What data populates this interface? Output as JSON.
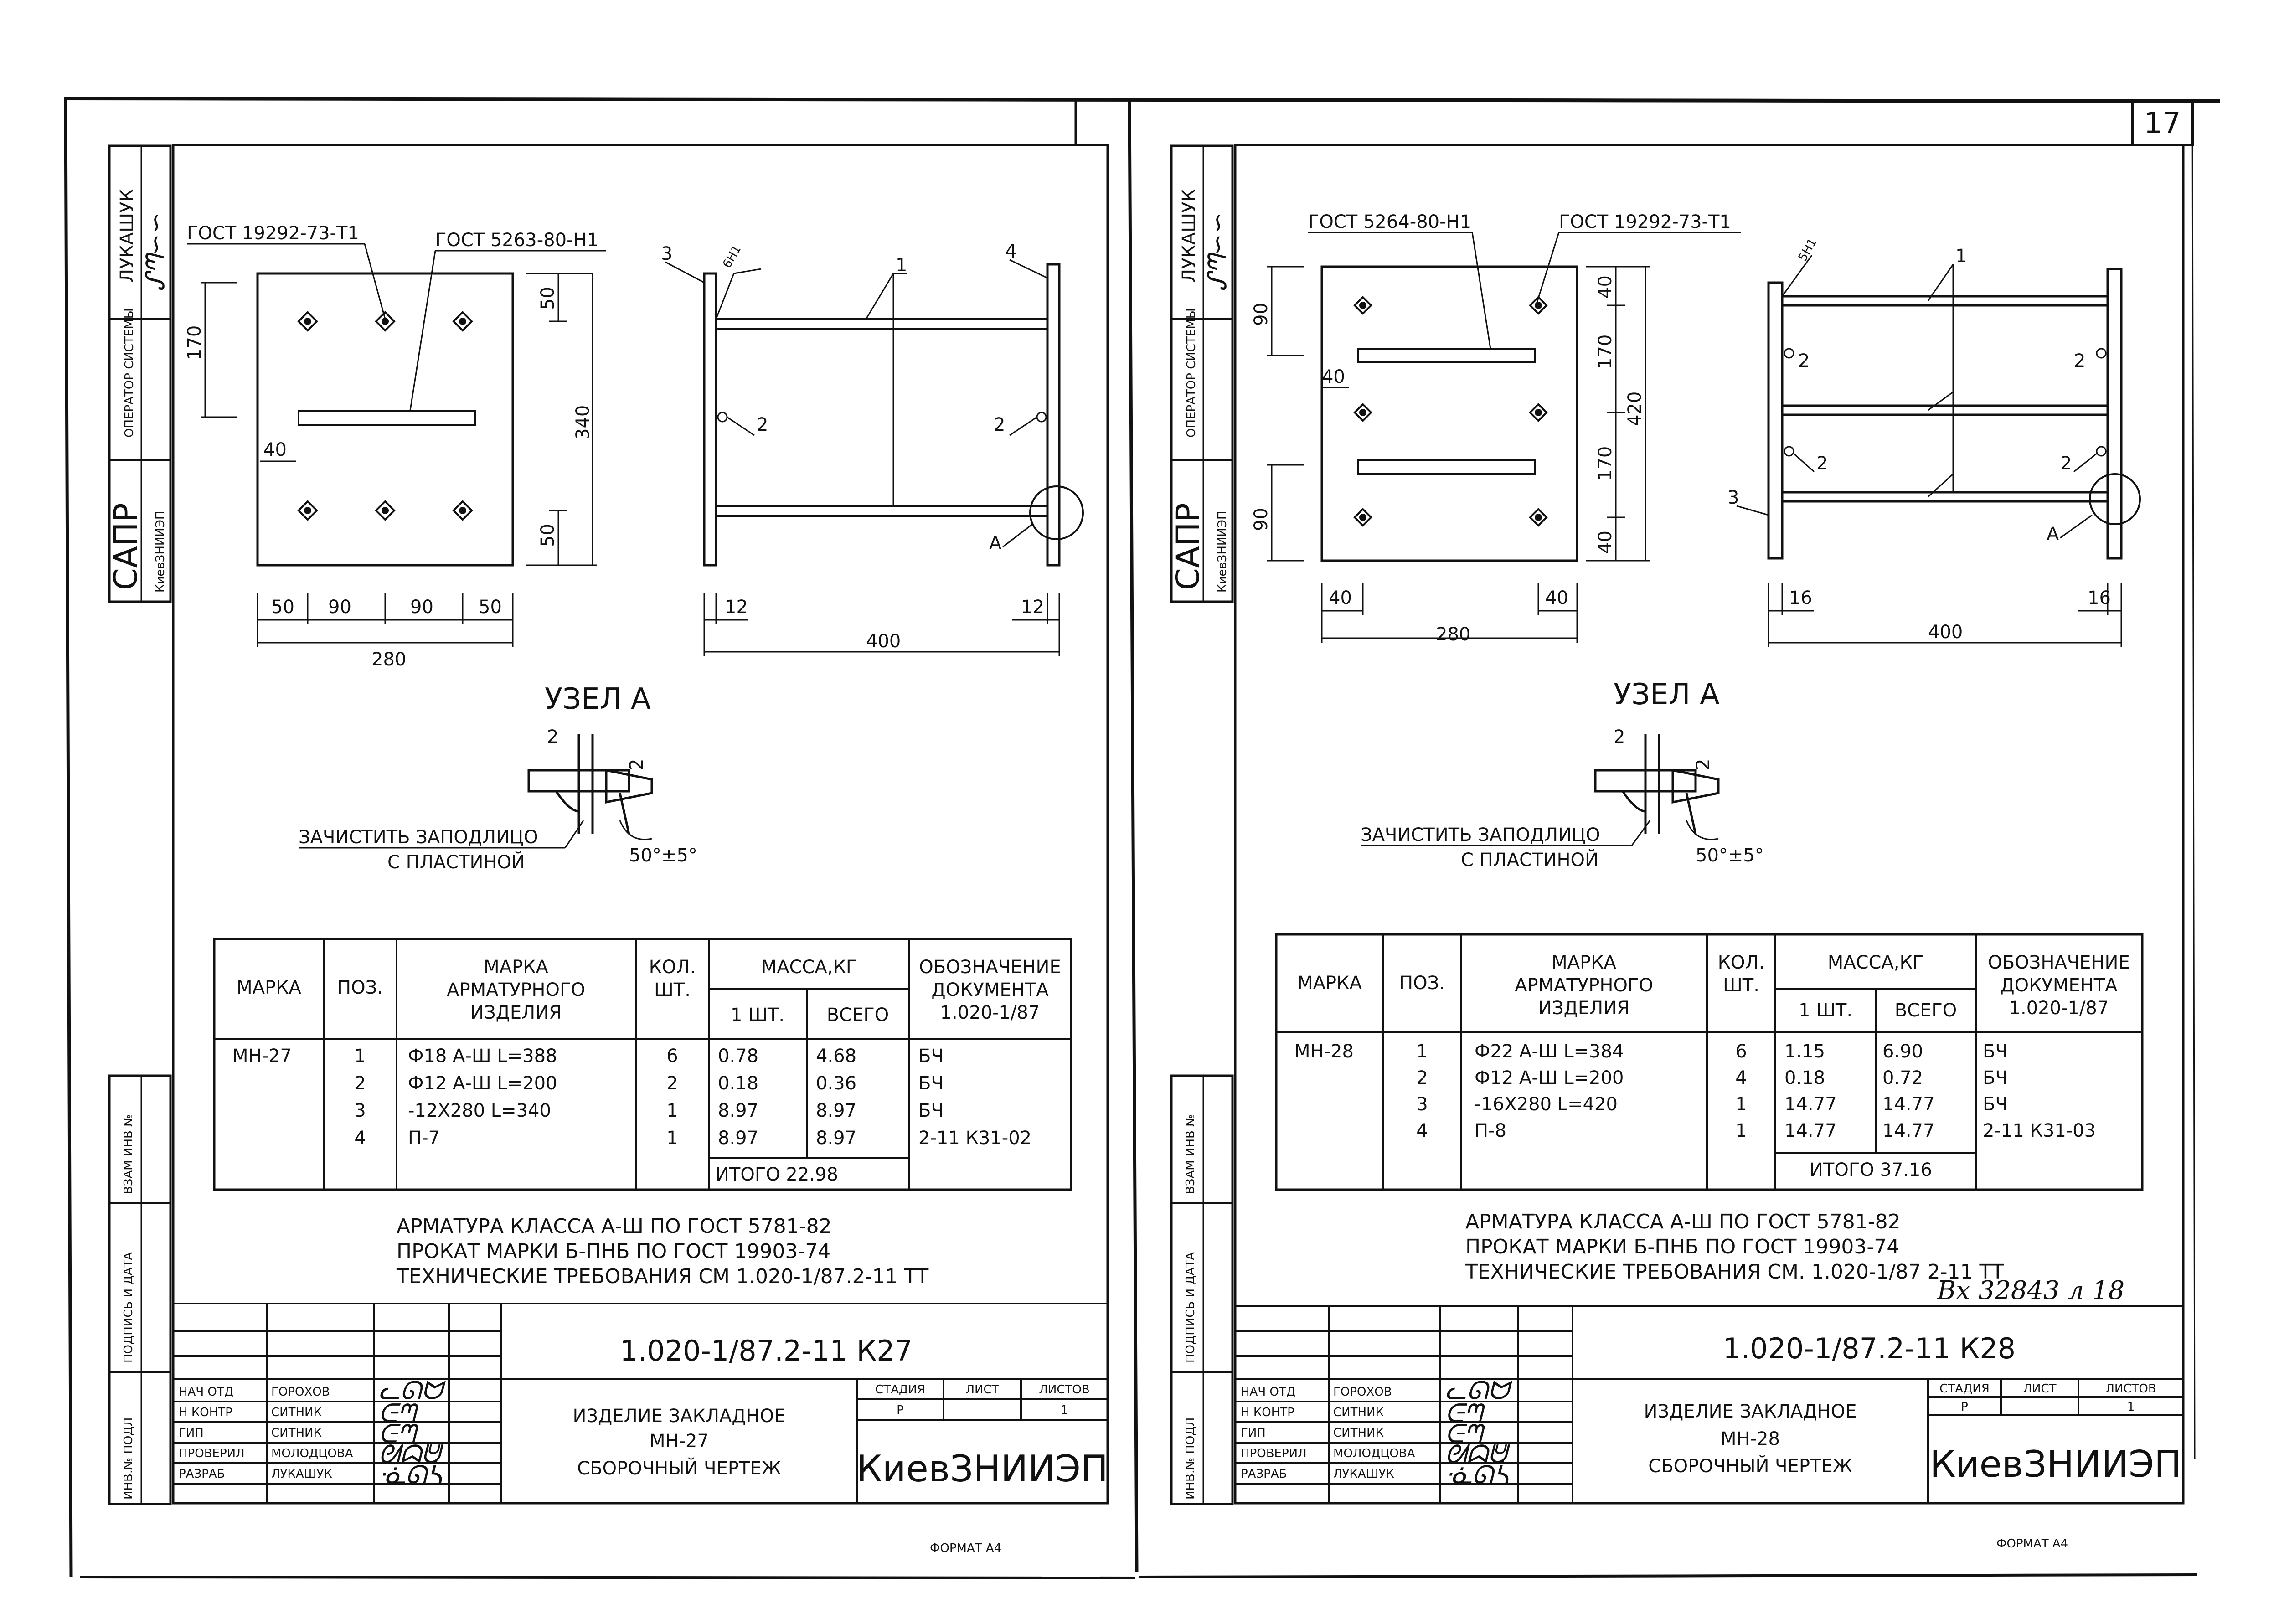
{
  "page_number": "17",
  "sheets": [
    {
      "side_stamps": {
        "developer": "ЛУКАШУК",
        "operator": "ОПЕРАТОР СИСТЕМЫ",
        "system": "САПР",
        "org": "КиевЗНИИЭП"
      },
      "left_column": [
        "ВЗАМ ИНВ №",
        "ПОДПИСЬ И ДАТА",
        "ИНВ.№ ПОДЛ"
      ],
      "plate": {
        "gost_left": "ГОСТ 19292-73-Т1",
        "gost_right": "ГОСТ 5263-80-Н1",
        "dims": {
          "height_half": "170",
          "top": "50",
          "total": "340",
          "bottom": "50",
          "offset": "40",
          "b1": "50",
          "b2": "90",
          "b3": "90",
          "b4": "50",
          "width": "280"
        }
      },
      "side_view": {
        "pos_left": "3",
        "weld": "6Н1",
        "pos_bar": "1",
        "pos_right": "4",
        "pos_mid_l": "2",
        "pos_mid_r": "2",
        "node": "А",
        "edge_l": "12",
        "edge_r": "12",
        "length": "400"
      },
      "node": {
        "title": "УЗЕЛ А",
        "d1": "2",
        "d2": "2",
        "note1": "ЗАЧИСТИТЬ ЗАПОДЛИЦО",
        "note2": "С ПЛАСТИНОЙ",
        "angle": "50°±5°"
      },
      "table": {
        "h_marka": "МАРКА",
        "h_poz": "ПОЗ.",
        "h_arm": "МАРКА АРМАТУРНОГО ИЗДЕЛИЯ",
        "h_kol": "КОЛ. ШТ.",
        "h_mass": "МАССА,КГ",
        "h_mass1": "1 ШТ.",
        "h_mass_all": "ВСЕГО",
        "h_doc": "ОБОЗНАЧЕНИЕ ДОКУМЕНТА",
        "h_doc_num": "1.020-1/87",
        "marka": "МН-27",
        "rows": [
          {
            "poz": "1",
            "arm": "Ф18  А-Ш  L=388",
            "kol": "6",
            "m1": "0.78",
            "mall": "4.68",
            "doc": "БЧ"
          },
          {
            "poz": "2",
            "arm": "Ф12  А-Ш  L=200",
            "kol": "2",
            "m1": "0.18",
            "mall": "0.36",
            "doc": "БЧ"
          },
          {
            "poz": "3",
            "arm": "-12Х280  L=340",
            "kol": "1",
            "m1": "8.97",
            "mall": "8.97",
            "doc": "БЧ"
          },
          {
            "poz": "4",
            "arm": "П-7",
            "kol": "1",
            "m1": "8.97",
            "mall": "8.97",
            "doc": "2-11  К31-02"
          }
        ],
        "total": "ИТОГО 22.98"
      },
      "notes": [
        "АРМАТУРА КЛАССА А-Ш ПО ГОСТ 5781-82",
        "ПРОКАТ МАРКИ Б-ПНБ    ПО ГОСТ 19903-74",
        "ТЕХНИЧЕСКИЕ ТРЕБОВАНИЯ СМ  1.020-1/87.2-11 ТТ"
      ],
      "handwritten_reg": "",
      "title_block": {
        "code": "1.020-1/87.2-11  К27",
        "roles": [
          "НАЧ ОТД",
          "Н КОНТР",
          "ГИП",
          "ПРОВЕРИЛ",
          "РАЗРАБ"
        ],
        "names": [
          "ГОРОХОВ",
          "СИТНИК",
          "СИТНИК",
          "МОЛОДЦОВА",
          "ЛУКАШУК"
        ],
        "title1": "ИЗДЕЛИЕ ЗАКЛАДНОЕ",
        "title2": "МН-27",
        "title3": "СБОРОЧНЫЙ ЧЕРТЕЖ",
        "h_stage": "СТАДИЯ",
        "h_sheet": "ЛИСТ",
        "h_sheets": "ЛИСТОВ",
        "stage": "Р",
        "sheets": "1",
        "org": "КиевЗНИИЭП"
      },
      "format": "ФОРМАТ А4"
    },
    {
      "side_stamps": {
        "developer": "ЛУКАШУК",
        "operator": "ОПЕРАТОР СИСТЕМЫ",
        "system": "САПР",
        "org": "КиевЗНИИЭП"
      },
      "left_column": [
        "ВЗАМ ИНВ №",
        "ПОДПИСЬ И ДАТА",
        "ИНВ.№ ПОДЛ"
      ],
      "plate": {
        "gost_left": "ГОСТ 5264-80-Н1",
        "gost_right": "ГОСТ 19292-73-Т1",
        "dims": {
          "h_top": "90",
          "h_bot": "90",
          "r40a": "40",
          "r170a": "170",
          "total": "420",
          "r170b": "170",
          "r40b": "40",
          "offset": "40",
          "b_l": "40",
          "b_r": "40",
          "width": "280"
        }
      },
      "side_view": {
        "weld": "5Н1",
        "pos_bar": "1",
        "pos_mid_l1": "2",
        "pos_mid_r1": "2",
        "pos_mid_l2": "2",
        "pos_mid_r2": "2",
        "pos_left": "3",
        "node": "А",
        "edge_l": "16",
        "edge_r": "16",
        "length": "400"
      },
      "node": {
        "title": "УЗЕЛ А",
        "d1": "2",
        "d2": "2",
        "note1": "ЗАЧИСТИТЬ ЗАПОДЛИЦО",
        "note2": "С ПЛАСТИНОЙ",
        "angle": "50°±5°"
      },
      "table": {
        "h_marka": "МАРКА",
        "h_poz": "ПОЗ.",
        "h_arm": "МАРКА АРМАТУРНОГО ИЗДЕЛИЯ",
        "h_kol": "КОЛ. ШТ.",
        "h_mass": "МАССА,КГ",
        "h_mass1": "1 ШТ.",
        "h_mass_all": "ВСЕГО",
        "h_doc": "ОБОЗНАЧЕНИЕ ДОКУМЕНТА",
        "h_doc_num": "1.020-1/87",
        "marka": "МН-28",
        "rows": [
          {
            "poz": "1",
            "arm": "Ф22  А-Ш  L=384",
            "kol": "6",
            "m1": "1.15",
            "mall": "6.90",
            "doc": "БЧ"
          },
          {
            "poz": "2",
            "arm": "Ф12  А-Ш  L=200",
            "kol": "4",
            "m1": "0.18",
            "mall": "0.72",
            "doc": "БЧ"
          },
          {
            "poz": "3",
            "arm": "-16Х280  L=420",
            "kol": "1",
            "m1": "14.77",
            "mall": "14.77",
            "doc": "БЧ"
          },
          {
            "poz": "4",
            "arm": "П-8",
            "kol": "1",
            "m1": "14.77",
            "mall": "14.77",
            "doc": "2-11  К31-03"
          }
        ],
        "total": "ИТОГО 37.16"
      },
      "notes": [
        "АРМАТУРА КЛАССА А-Ш ПО ГОСТ 5781-82",
        "ПРОКАТ МАРКИ Б-ПНБ    ПО ГОСТ 19903-74",
        "ТЕХНИЧЕСКИЕ ТРЕБОВАНИЯ СМ. 1.020-1/87 2-11 ТТ"
      ],
      "handwritten_reg": "Вх 32843 л 18",
      "title_block": {
        "code": "1.020-1/87.2-11  К28",
        "roles": [
          "НАЧ ОТД",
          "Н КОНТР",
          "ГИП",
          "ПРОВЕРИЛ",
          "РАЗРАБ"
        ],
        "names": [
          "ГОРОХОВ",
          "СИТНИК",
          "СИТНИК",
          "МОЛОДЦОВА",
          "ЛУКАШУК"
        ],
        "title1": "ИЗДЕЛИЕ ЗАКЛАДНОЕ",
        "title2": "МН-28",
        "title3": "СБОРОЧНЫЙ ЧЕРТЕЖ",
        "h_stage": "СТАДИЯ",
        "h_sheet": "ЛИСТ",
        "h_sheets": "ЛИСТОВ",
        "stage": "Р",
        "sheets": "1",
        "org": "КиевЗНИИЭП"
      },
      "format": "ФОРМАТ А4"
    }
  ]
}
